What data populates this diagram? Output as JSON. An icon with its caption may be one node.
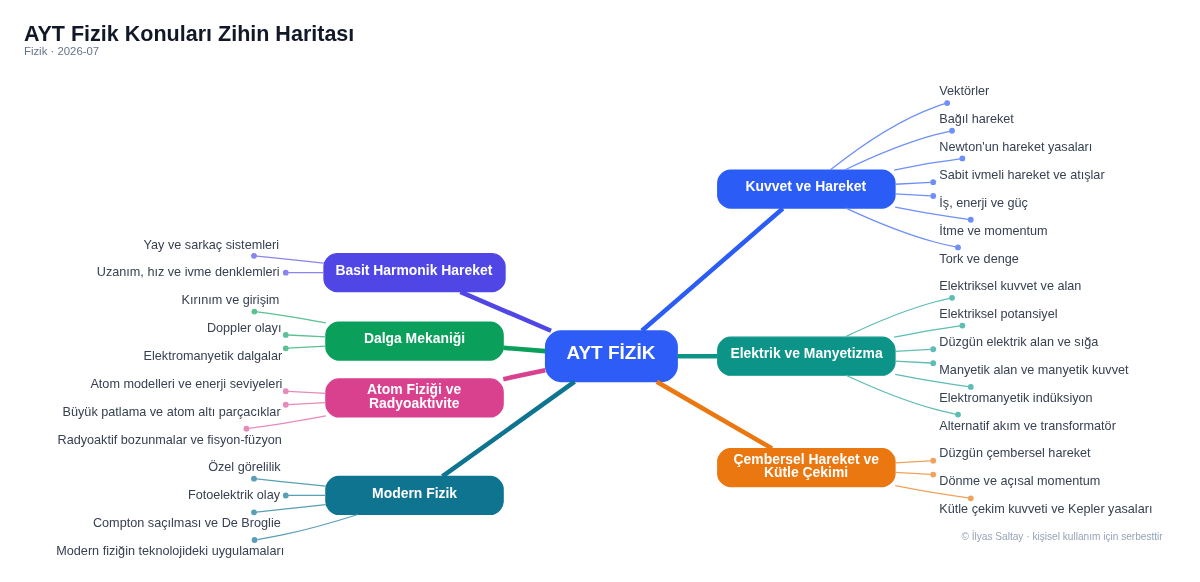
{
  "diagram": {
    "title": "AYT Fizik Konuları Zihin Haritası",
    "caption": "Fizik · 2026-07",
    "nodes": [
      {
        "text": [
          "AYT FİZİK"
        ]
      },
      {
        "text": [
          "Kuvvet ve Hareket"
        ]
      },
      {
        "text": [
          "Vektörler"
        ]
      },
      {
        "text": [
          "Bağıl hareket"
        ]
      },
      {
        "text": [
          "Newton'un hareket yasaları"
        ]
      },
      {
        "text": [
          "Sabit ivmeli hareket ve atışlar"
        ]
      },
      {
        "text": [
          "İş, enerji ve güç"
        ]
      },
      {
        "text": [
          "İtme ve momentum"
        ]
      },
      {
        "text": [
          "Tork ve denge"
        ]
      },
      {
        "text": [
          "Elektrik ve Manyetizma"
        ]
      },
      {
        "text": [
          "Elektriksel kuvvet ve alan"
        ]
      },
      {
        "text": [
          "Elektriksel potansiyel"
        ]
      },
      {
        "text": [
          "Düzgün elektrik alan ve sığa"
        ]
      },
      {
        "text": [
          "Manyetik alan ve manyetik kuvvet"
        ]
      },
      {
        "text": [
          "Elektromanyetik indüksiyon"
        ]
      },
      {
        "text": [
          "Alternatif akım ve transformatör"
        ]
      },
      {
        "text": [
          "Çembersel Hareket ve Kütle Çekimi"
        ]
      },
      {
        "text": [
          "Düzgün çembersel hareket"
        ]
      },
      {
        "text": [
          "Dönme ve açısal momentum"
        ]
      },
      {
        "text": [
          "Kütle çekim kuvveti ve Kepler yasaları"
        ]
      },
      {
        "text": [
          "Basit Harmonik Hareket"
        ]
      },
      {
        "text": [
          "Yay ve sarkaç sistemleri"
        ]
      },
      {
        "text": [
          "Uzanım, hız ve ivme denklemleri"
        ]
      },
      {
        "text": [
          "Dalga Mekaniği"
        ]
      },
      {
        "text": [
          "Kırınım ve girişim"
        ]
      },
      {
        "text": [
          "Doppler olayı"
        ]
      },
      {
        "text": [
          "Elektromanyetik dalgalar"
        ]
      },
      {
        "text": [
          "Atom Fiziği ve Radyoaktivite"
        ]
      },
      {
        "text": [
          "Atom modelleri ve enerji seviyeleri"
        ]
      },
      {
        "text": [
          "Büyük patlama ve atom altı parçacıklar"
        ]
      },
      {
        "text": [
          "Radyoaktif bozunmalar ve fisyon-füzyon"
        ]
      },
      {
        "text": [
          "Modern Fizik"
        ]
      },
      {
        "text": [
          "Özel görelilik"
        ]
      },
      {
        "text": [
          "Fotoelektrik olay"
        ]
      },
      {
        "text": [
          "Compton saçılması ve De Broglie"
        ]
      },
      {
        "text": [
          "Modern fiziğin teknolojideki uygulamaları"
        ]
      }
    ],
    "edges": [
      {
        "from": 0,
        "to": 1,
        "arrow": "none",
        "style": "thick",
        "color": "#2b5cf6"
      },
      {
        "from": 1,
        "to": 2,
        "arrow": "other",
        "color": "#6f8ff8"
      },
      {
        "from": 1,
        "to": 3,
        "arrow": "other",
        "color": "#6f8ff8"
      },
      {
        "from": 1,
        "to": 4,
        "arrow": "other",
        "color": "#6f8ff8"
      },
      {
        "from": 1,
        "to": 5,
        "arrow": "other",
        "color": "#6f8ff8"
      },
      {
        "from": 1,
        "to": 6,
        "arrow": "other",
        "color": "#6f8ff8"
      },
      {
        "from": 1,
        "to": 7,
        "arrow": "other",
        "color": "#6f8ff8"
      },
      {
        "from": 1,
        "to": 8,
        "arrow": "other",
        "color": "#6f8ff8"
      },
      {
        "from": 0,
        "to": 9,
        "arrow": "none",
        "style": "thick",
        "color": "#0d9488"
      },
      {
        "from": 9,
        "to": 10,
        "arrow": "other",
        "color": "#5dbdb3"
      },
      {
        "from": 9,
        "to": 11,
        "arrow": "other",
        "color": "#5dbdb3"
      },
      {
        "from": 9,
        "to": 12,
        "arrow": "other",
        "color": "#5dbdb3"
      },
      {
        "from": 9,
        "to": 13,
        "arrow": "other",
        "color": "#5dbdb3"
      },
      {
        "from": 9,
        "to": 14,
        "arrow": "other",
        "color": "#5dbdb3"
      },
      {
        "from": 9,
        "to": 15,
        "arrow": "other",
        "color": "#5dbdb3"
      },
      {
        "from": 0,
        "to": 16,
        "arrow": "none",
        "style": "thick",
        "color": "#ea7710"
      },
      {
        "from": 16,
        "to": 17,
        "arrow": "other",
        "color": "#f0a25c"
      },
      {
        "from": 16,
        "to": 18,
        "arrow": "other",
        "color": "#f0a25c"
      },
      {
        "from": 16,
        "to": 19,
        "arrow": "other",
        "color": "#f0a25c"
      },
      {
        "from": 20,
        "to": 0,
        "arrow": "none",
        "style": "thick",
        "color": "#4f46e5"
      },
      {
        "from": 21,
        "to": 20,
        "arrow": "other",
        "color": "#8a84ee"
      },
      {
        "from": 22,
        "to": 20,
        "arrow": "other",
        "color": "#8a84ee"
      },
      {
        "from": 23,
        "to": 0,
        "arrow": "none",
        "style": "thick",
        "color": "#0a9f5b"
      },
      {
        "from": 24,
        "to": 23,
        "arrow": "other",
        "color": "#5cc093"
      },
      {
        "from": 25,
        "to": 23,
        "arrow": "other",
        "color": "#5cc093"
      },
      {
        "from": 26,
        "to": 23,
        "arrow": "other",
        "color": "#5cc093"
      },
      {
        "from": 27,
        "to": 0,
        "arrow": "none",
        "style": "thick",
        "color": "#d9418f"
      },
      {
        "from": 28,
        "to": 27,
        "arrow": "other",
        "color": "#e58ab9"
      },
      {
        "from": 29,
        "to": 27,
        "arrow": "other",
        "color": "#e58ab9"
      },
      {
        "from": 30,
        "to": 27,
        "arrow": "other",
        "color": "#e58ab9"
      },
      {
        "from": 31,
        "to": 0,
        "arrow": "none",
        "style": "thick",
        "color": "#0e7490"
      },
      {
        "from": 32,
        "to": 31,
        "arrow": "other",
        "color": "#5a9fb5"
      },
      {
        "from": 33,
        "to": 31,
        "arrow": "other",
        "color": "#5a9fb5"
      },
      {
        "from": 34,
        "to": 31,
        "arrow": "other",
        "color": "#5a9fb5"
      },
      {
        "from": 35,
        "to": 31,
        "arrow": "other",
        "color": "#5a9fb5"
      }
    ],
    "labels": [
      "© İlyas Saltay · kişisel kullanım için serbesttir"
    ]
  }
}
